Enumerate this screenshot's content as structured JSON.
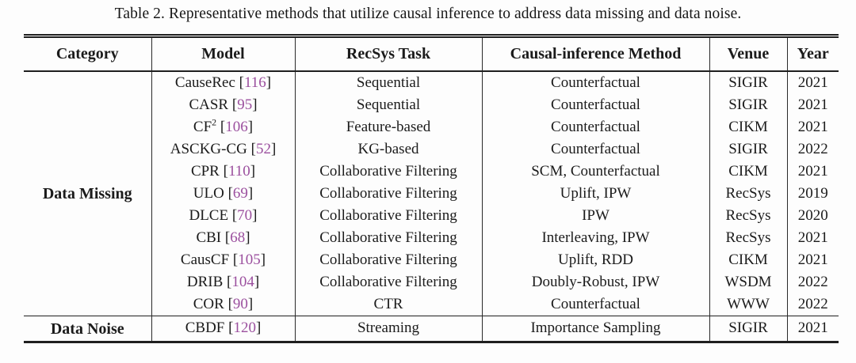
{
  "title": "Table 2.  Representative methods that utilize causal inference to address data missing and data noise.",
  "colors": {
    "citation": "#9b4f9e",
    "text": "#1b1b1b",
    "rule": "#1f1f1f",
    "background": "#fdfdfd"
  },
  "table": {
    "headers": [
      "Category",
      "Model",
      "RecSys Task",
      "Causal-inference Method",
      "Venue",
      "Year"
    ],
    "sections": [
      {
        "category": "Data Missing",
        "rows": [
          {
            "model": "CauseRec",
            "sup": "",
            "cite": "116",
            "task": "Sequential",
            "method": "Counterfactual",
            "venue": "SIGIR",
            "year": "2021"
          },
          {
            "model": "CASR",
            "sup": "",
            "cite": "95",
            "task": "Sequential",
            "method": "Counterfactual",
            "venue": "SIGIR",
            "year": "2021"
          },
          {
            "model": "CF",
            "sup": "2",
            "cite": "106",
            "task": "Feature-based",
            "method": "Counterfactual",
            "venue": "CIKM",
            "year": "2021"
          },
          {
            "model": "ASCKG-CG",
            "sup": "",
            "cite": "52",
            "task": "KG-based",
            "method": "Counterfactual",
            "venue": "SIGIR",
            "year": "2022"
          },
          {
            "model": "CPR",
            "sup": "",
            "cite": "110",
            "task": "Collaborative Filtering",
            "method": "SCM, Counterfactual",
            "venue": "CIKM",
            "year": "2021"
          },
          {
            "model": "ULO",
            "sup": "",
            "cite": "69",
            "task": "Collaborative Filtering",
            "method": "Uplift, IPW",
            "venue": "RecSys",
            "year": "2019"
          },
          {
            "model": "DLCE",
            "sup": "",
            "cite": "70",
            "task": "Collaborative Filtering",
            "method": "IPW",
            "venue": "RecSys",
            "year": "2020"
          },
          {
            "model": "CBI",
            "sup": "",
            "cite": "68",
            "task": "Collaborative Filtering",
            "method": "Interleaving, IPW",
            "venue": "RecSys",
            "year": "2021"
          },
          {
            "model": "CausCF",
            "sup": "",
            "cite": "105",
            "task": "Collaborative Filtering",
            "method": "Uplift, RDD",
            "venue": "CIKM",
            "year": "2021"
          },
          {
            "model": "DRIB",
            "sup": "",
            "cite": "104",
            "task": "Collaborative Filtering",
            "method": "Doubly-Robust, IPW",
            "venue": "WSDM",
            "year": "2022"
          },
          {
            "model": "COR",
            "sup": "",
            "cite": "90",
            "task": "CTR",
            "method": "Counterfactual",
            "venue": "WWW",
            "year": "2022"
          }
        ]
      },
      {
        "category": "Data Noise",
        "rows": [
          {
            "model": "CBDF",
            "sup": "",
            "cite": "120",
            "task": "Streaming",
            "method": "Importance Sampling",
            "venue": "SIGIR",
            "year": "2021"
          }
        ]
      }
    ]
  }
}
